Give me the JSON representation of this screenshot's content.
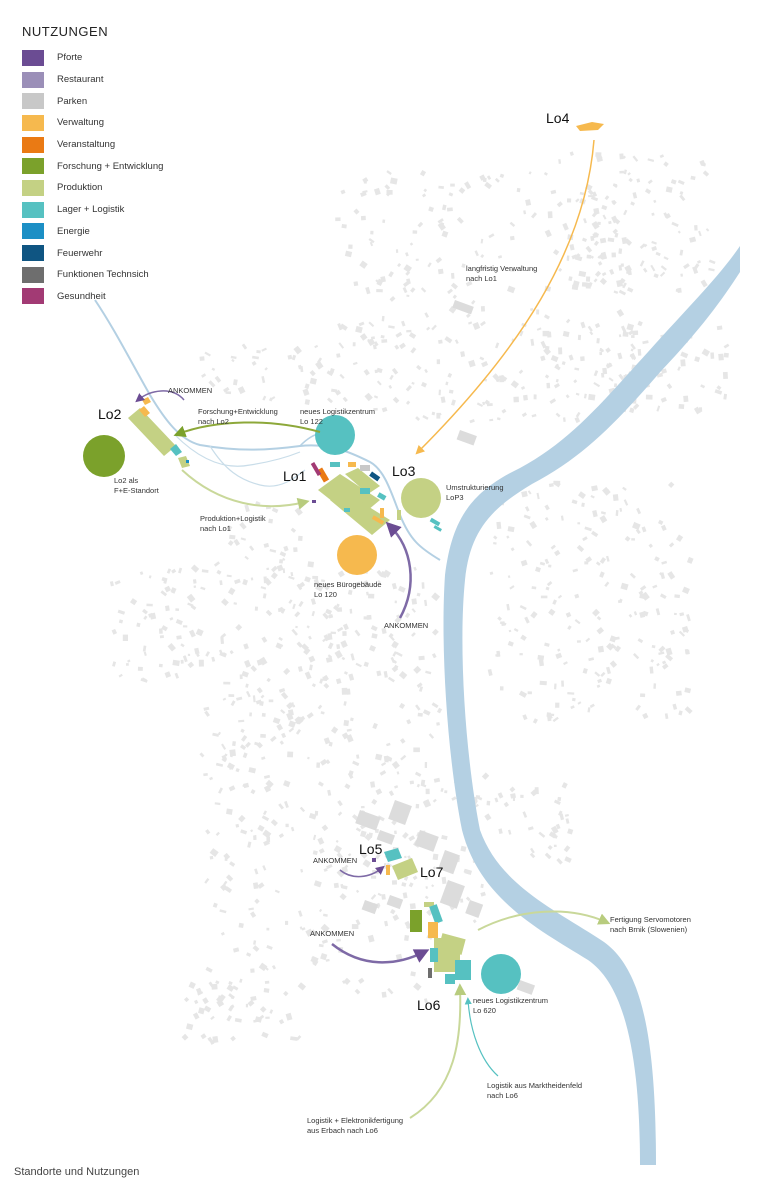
{
  "legend": {
    "title": "NUTZUNGEN",
    "items": [
      {
        "label": "Pforte",
        "color": "#6b4c93"
      },
      {
        "label": "Restaurant",
        "color": "#9b8fb8"
      },
      {
        "label": "Parken",
        "color": "#c8c8c8"
      },
      {
        "label": "Verwaltung",
        "color": "#f6b94e"
      },
      {
        "label": "Veranstaltung",
        "color": "#ea7a14"
      },
      {
        "label": "Forschung + Entwicklung",
        "color": "#7ba12b"
      },
      {
        "label": "Produktion",
        "color": "#c4d184"
      },
      {
        "label": "Lager + Logistik",
        "color": "#56c1c1"
      },
      {
        "label": "Energie",
        "color": "#1c8fc5"
      },
      {
        "label": "Feuerwehr",
        "color": "#0f5582"
      },
      {
        "label": "Funktionen Technsich",
        "color": "#6e6e6e"
      },
      {
        "label": "Gesundheit",
        "color": "#a23a74"
      }
    ]
  },
  "colors": {
    "river": "#b4d0e3",
    "buildings": "#e6e6e6",
    "arrow_purple": "#7e6aa6",
    "arrow_green": "#8da83a",
    "arrow_orange": "#f6b94e",
    "arrow_lightgreen": "#c9d89a"
  },
  "sites": {
    "lo1": "Lo1",
    "lo2": "Lo2",
    "lo3": "Lo3",
    "lo4": "Lo4",
    "lo5": "Lo5",
    "lo6": "Lo6",
    "lo7": "Lo7"
  },
  "labels": {
    "ankommen_lo2": "ANKOMMEN",
    "fe_nach_lo2": [
      "Forschung+Entwicklung",
      "nach Lo2"
    ],
    "lo2_standort": [
      "Lo2 als",
      "F+E-Standort"
    ],
    "prod_nach_lo1": [
      "Produktion+Logistik",
      "nach Lo1"
    ],
    "logistikzentrum_122": [
      "neues Logistikzentrum",
      "Lo 122"
    ],
    "verwaltung_lo1": [
      "langfristig Verwaltung",
      "nach Lo1"
    ],
    "umstrukturierung": [
      "Umstrukturierung",
      "LoP3"
    ],
    "buerogebaeude": [
      "neues Bürogebäude",
      "Lo 120"
    ],
    "ankommen_lo1": "ANKOMMEN",
    "ankommen_lo5": "ANKOMMEN",
    "ankommen_lo6": "ANKOMMEN",
    "servomotoren": [
      "Fertigung Servomotoren",
      "nach Brnik (Slowenien)"
    ],
    "logistikzentrum_620": [
      "neues Logistikzentrum",
      "Lo 620"
    ],
    "marktheidenfeld": [
      "Logistik aus Marktheidenfeld",
      "nach Lo6"
    ],
    "erbach": [
      "Logistik + Elektronikfertigung",
      "aus Erbach nach Lo6"
    ]
  },
  "caption": "Standorte und Nutzungen"
}
